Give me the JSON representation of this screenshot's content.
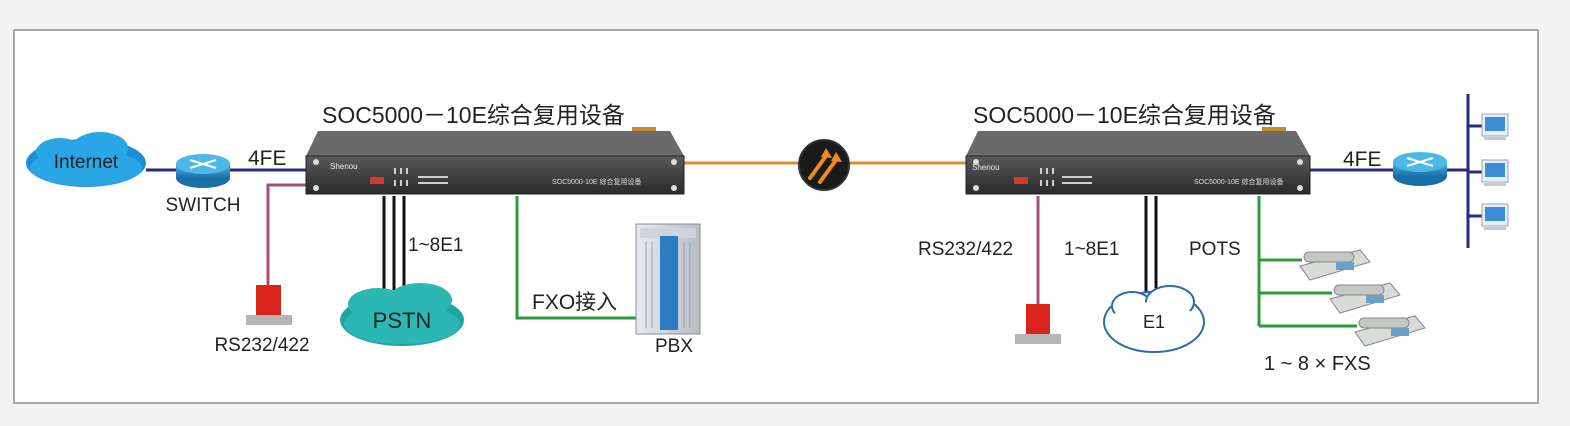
{
  "labels": {
    "device_left_title": "SOC5000－10E综合复用设备",
    "device_right_title": "SOC5000－10E综合复用设备",
    "internet": "Internet",
    "switch": "SWITCH",
    "fe_left": "4FE",
    "fe_right": "4FE",
    "rs_left": "RS232/422",
    "rs_right": "RS232/422",
    "e1_left": "1~8E1",
    "e1_right": "1~8E1",
    "pstn": "PSTN",
    "fxo": "FXO接入",
    "pbx": "PBX",
    "e1_cloud": "E1",
    "pots": "POTS",
    "fxs": "1 ~ 8 × FXS"
  },
  "device_panel": {
    "brand": "Shenou",
    "model_text": "SOC5000-10E 综合复用设备"
  },
  "colors": {
    "fiber": "#e08a2c",
    "ethernet": "#2b2a7a",
    "serial": "#a0507f",
    "e1": "#111111",
    "voice": "#2a9a3a",
    "cloud_internet": "#2aa6e6",
    "cloud_pstn": "#2bb8b4",
    "device_body": "#3c3c3c"
  },
  "icons": [
    "internet-cloud-icon",
    "switch-router-icon",
    "serial-terminal-icon",
    "pstn-cloud-icon",
    "pbx-cabinet-icon",
    "optical-transceiver-icon",
    "e1-cloud-icon",
    "telephone-icon",
    "computer-icon"
  ]
}
